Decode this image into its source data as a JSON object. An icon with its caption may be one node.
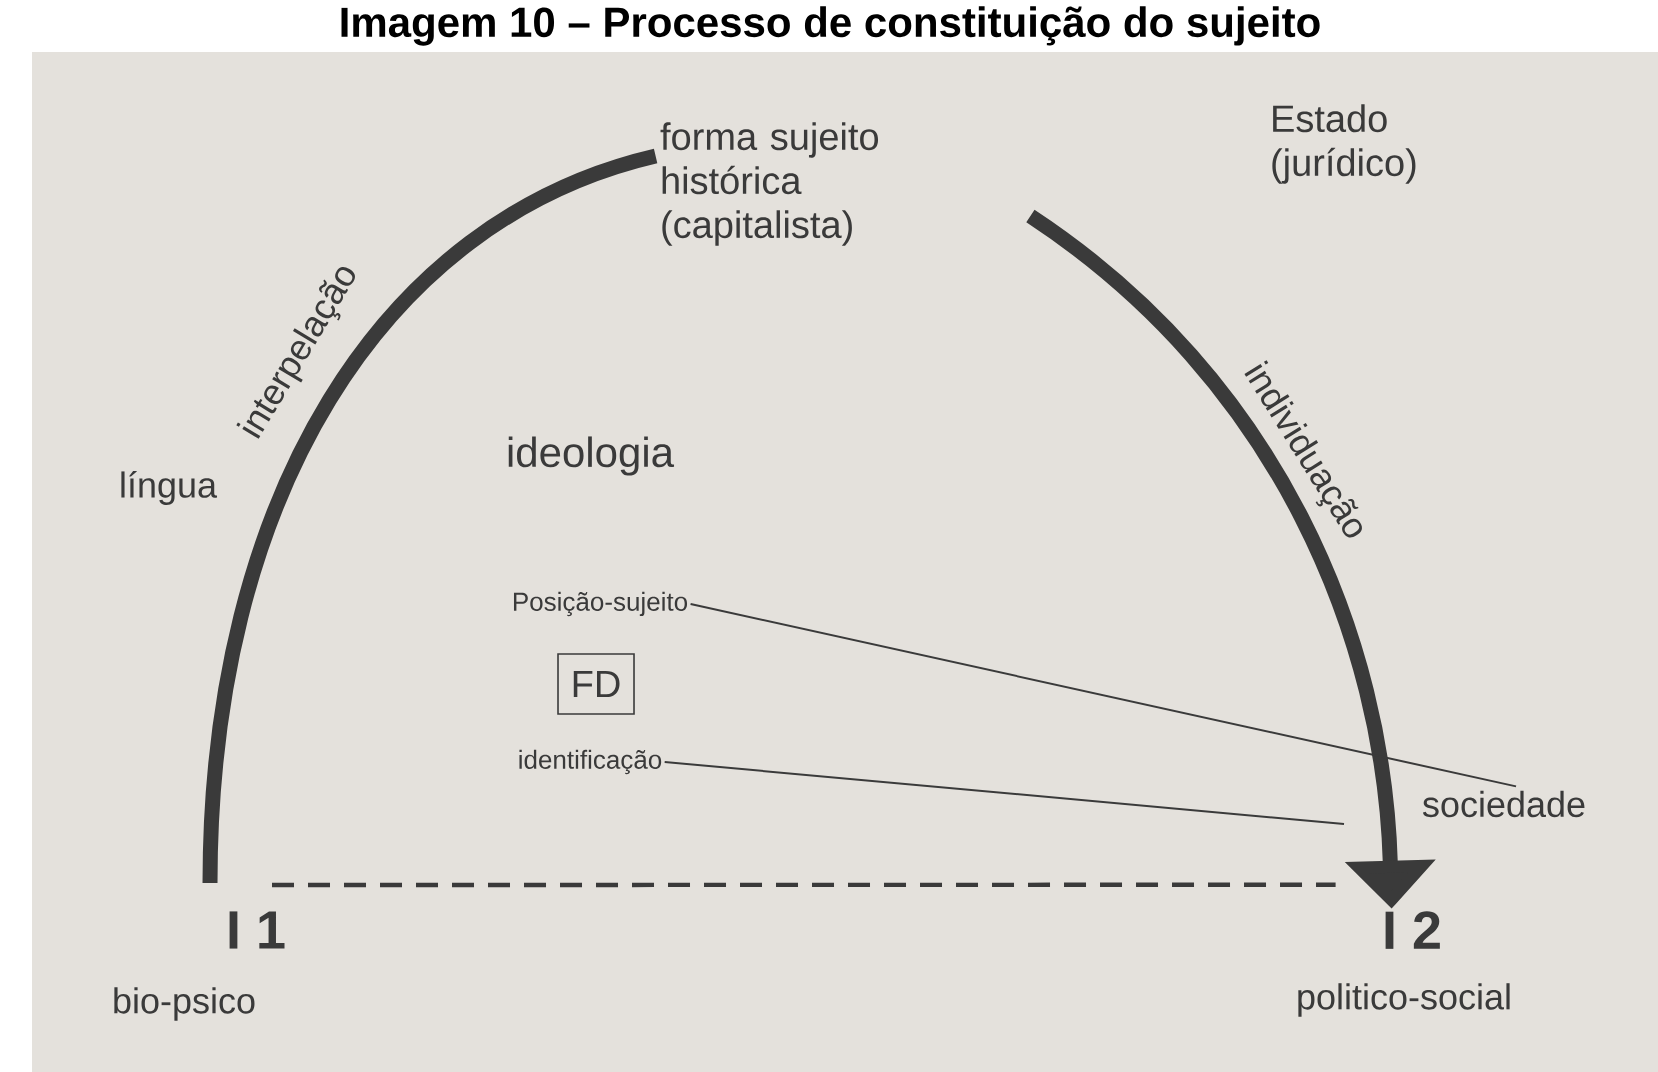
{
  "diagram": {
    "title": "Imagem 10 – Processo de constituição do sujeito",
    "nodes": [
      {
        "text": [
          "I 1"
        ],
        "beside": [
          "bio-psico"
        ]
      },
      {
        "text": [
          "forma sujeito histórica (capitalista)"
        ]
      },
      {
        "text": [
          "I 2"
        ],
        "beside": [
          "politico-social"
        ]
      },
      {
        "text": [
          "FD"
        ]
      },
      {
        "text": [
          "Posição-sujeito"
        ]
      },
      {
        "text": [
          "identificação"
        ]
      },
      {
        "text": [
          "sociedade"
        ]
      }
    ],
    "edges": [
      {
        "from": 0,
        "to": 1,
        "arrow": "none",
        "style": "thick",
        "label": "interpelação"
      },
      {
        "from": 1,
        "to": 2,
        "arrow": "to",
        "style": "thick",
        "label": "individuação"
      },
      {
        "from": 0,
        "to": 2,
        "arrow": "none",
        "style": "dashed"
      },
      {
        "from": 4,
        "to": 6,
        "arrow": "none"
      },
      {
        "from": 5,
        "to": null,
        "arrow": "none"
      }
    ],
    "labels": [
      "Estado (jurídico)",
      "língua",
      "ideologia"
    ]
  }
}
